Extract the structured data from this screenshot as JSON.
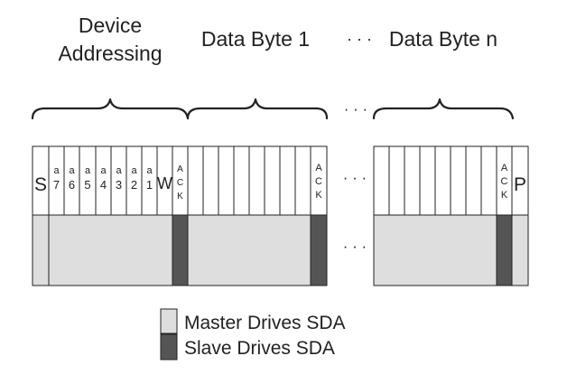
{
  "headers": {
    "device_line1": "Device",
    "device_line2": "Addressing",
    "data_byte_1": "Data Byte 1",
    "ellipsis": "· · ·",
    "data_byte_n": "Data Byte n"
  },
  "addressing_cells": {
    "start": "S",
    "address_bits": [
      {
        "top": "a",
        "bottom": "7"
      },
      {
        "top": "a",
        "bottom": "6"
      },
      {
        "top": "a",
        "bottom": "5"
      },
      {
        "top": "a",
        "bottom": "4"
      },
      {
        "top": "a",
        "bottom": "3"
      },
      {
        "top": "a",
        "bottom": "2"
      },
      {
        "top": "a",
        "bottom": "1"
      }
    ],
    "write": "W",
    "ack": [
      "A",
      "C",
      "K"
    ],
    "stop": "P"
  },
  "legend": {
    "master_label": "Master Drives SDA",
    "slave_label": "Slave Drives SDA",
    "master_color": "#dedede",
    "slave_color": "#555555"
  }
}
